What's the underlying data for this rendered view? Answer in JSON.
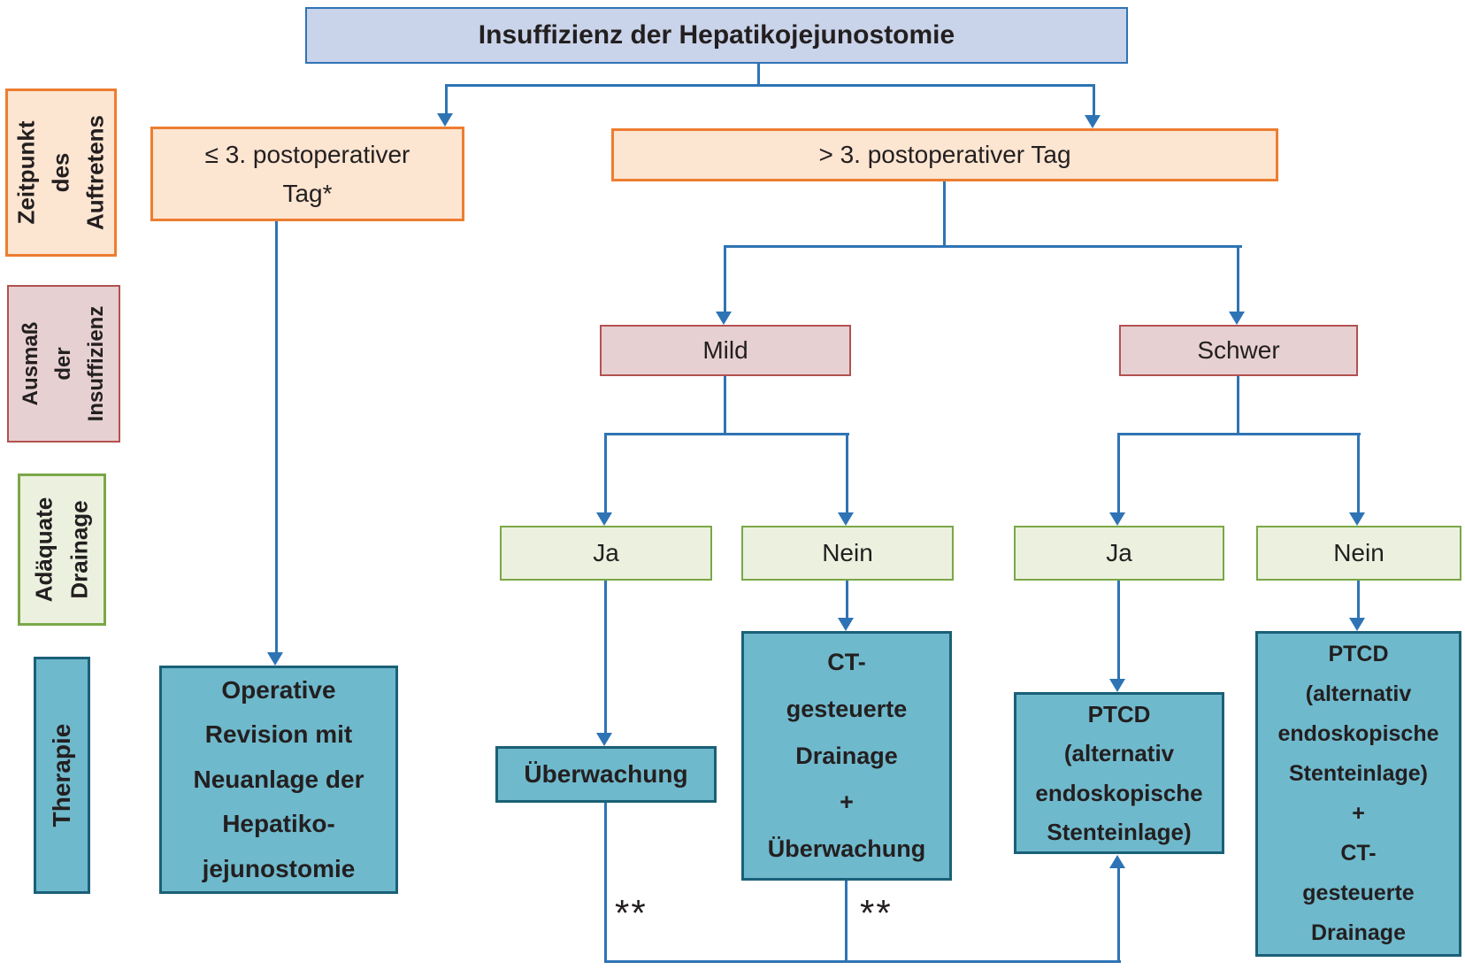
{
  "title": "Insuffizienz der Hepatikojejunostomie",
  "row_labels": {
    "zeitpunkt": "Zeitpunkt\ndes\nAuftretens",
    "ausmass": "Ausmaß\nder\nInsuffizienz",
    "adaequat": "Adäquate\nDrainage",
    "therapie": "Therapie"
  },
  "nodes": {
    "le3": "≤ 3. postoperativer\nTag*",
    "gt3": "> 3. postoperativer Tag",
    "mild": "Mild",
    "schwer": "Schwer",
    "ja_mild": "Ja",
    "nein_mild": "Nein",
    "ja_schwer": "Ja",
    "nein_schwer": "Nein",
    "op_revision": "Operative\nRevision mit\nNeuanlage der\nHepatiko-\njejunostomie",
    "ueberwachung": "Überwachung",
    "ct_drainage": "CT-\ngesteuerte\nDrainage\n+\nÜberwachung",
    "ptcd": "PTCD\n(alternativ\nendoskopische\nStenteinlage)",
    "ptcd_ct": "PTCD\n(alternativ\nendoskopische\nStenteinlage)\n+\nCT-\ngesteuerte\nDrainage"
  },
  "annotations": {
    "footnote_left": "**",
    "footnote_right": "**"
  },
  "colors": {
    "blue": "#2e74b5",
    "ink": "#231f20",
    "title_fill": "#c9d3e9",
    "peach_fill": "#fce5d1",
    "orange": "#ed7d31",
    "pink_fill": "#e6d0d1",
    "red": "#b35151",
    "green_fill": "#ebf1de",
    "green": "#7aa747",
    "teal_fill": "#6fb9cc",
    "teal_border": "#1a6078"
  }
}
